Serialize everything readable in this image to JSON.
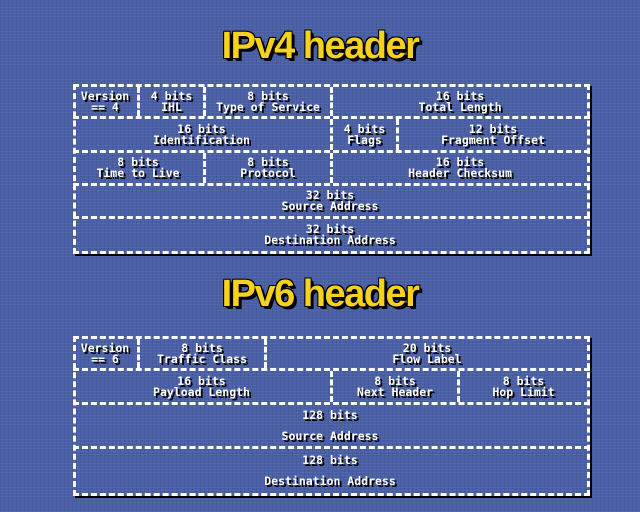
{
  "ipv4": {
    "title": "IPv4 header",
    "fields": {
      "version": {
        "bits": "Version",
        "name": "== 4"
      },
      "ihl": {
        "bits": "4 bits",
        "name": "IHL"
      },
      "tos": {
        "bits": "8 bits",
        "name": "Type of Service"
      },
      "total_length": {
        "bits": "16 bits",
        "name": "Total Length"
      },
      "identification": {
        "bits": "16 bits",
        "name": "Identification"
      },
      "flags": {
        "bits": "4 bits",
        "name": "Flags"
      },
      "fragment_offset": {
        "bits": "12 bits",
        "name": "Fragment Offset"
      },
      "ttl": {
        "bits": "8 bits",
        "name": "Time to Live"
      },
      "protocol": {
        "bits": "8 bits",
        "name": "Protocol"
      },
      "checksum": {
        "bits": "16 bits",
        "name": "Header Checksum"
      },
      "source": {
        "bits": "32 bits",
        "name": "Source Address"
      },
      "destination": {
        "bits": "32 bits",
        "name": "Destination Address"
      }
    }
  },
  "ipv6": {
    "title": "IPv6 header",
    "fields": {
      "version": {
        "bits": "Version",
        "name": "== 6"
      },
      "traffic_class": {
        "bits": "8 bits",
        "name": "Traffic Class"
      },
      "flow_label": {
        "bits": "20 bits",
        "name": "Flow Label"
      },
      "payload_length": {
        "bits": "16 bits",
        "name": "Payload Length"
      },
      "next_header": {
        "bits": "8 bits",
        "name": "Next Header"
      },
      "hop_limit": {
        "bits": "8 bits",
        "name": "Hop Limit"
      },
      "source": {
        "bits": "128 bits",
        "name": "Source Address"
      },
      "destination": {
        "bits": "128 bits",
        "name": "Destination Address"
      }
    }
  }
}
